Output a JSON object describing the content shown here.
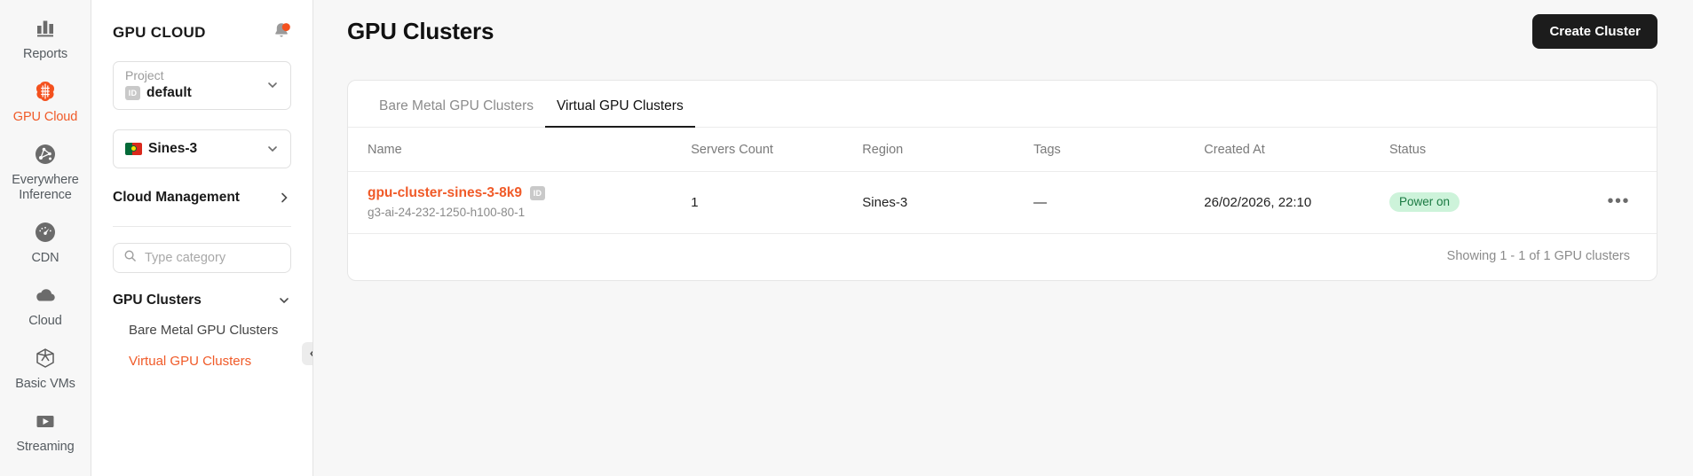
{
  "rail": {
    "items": [
      {
        "label": "Reports",
        "icon": "bar-chart-icon",
        "active": false
      },
      {
        "label": "GPU Cloud",
        "icon": "brain-chip-icon",
        "active": true
      },
      {
        "label": "Everywhere Inference",
        "icon": "network-node-icon",
        "active": false
      },
      {
        "label": "CDN",
        "icon": "speedometer-icon",
        "active": false
      },
      {
        "label": "Cloud",
        "icon": "cloud-icon",
        "active": false
      },
      {
        "label": "Basic VMs",
        "icon": "cube-icon",
        "active": false
      },
      {
        "label": "Streaming",
        "icon": "play-icon",
        "active": false
      }
    ]
  },
  "sidebar": {
    "title": "GPU CLOUD",
    "notification_badge": true,
    "project": {
      "caption": "Project",
      "value": "default",
      "id_badge": "ID"
    },
    "region": {
      "value": "Sines-3",
      "flag": "portugal-flag-icon"
    },
    "cloud_management": "Cloud Management",
    "search": {
      "placeholder": "Type category",
      "value": ""
    },
    "group": "GPU Clusters",
    "sub_items": [
      {
        "label": "Bare Metal GPU Clusters",
        "active": false
      },
      {
        "label": "Virtual GPU Clusters",
        "active": true
      }
    ],
    "collapse_label": "<"
  },
  "header": {
    "title": "GPU Clusters",
    "create_button": "Create Cluster"
  },
  "tabs": [
    {
      "label": "Bare Metal GPU Clusters",
      "active": false
    },
    {
      "label": "Virtual GPU Clusters",
      "active": true
    }
  ],
  "table": {
    "columns": [
      "Name",
      "Servers Count",
      "Region",
      "Tags",
      "Created At",
      "Status"
    ],
    "rows": [
      {
        "name": "gpu-cluster-sines-3-8k9",
        "id_badge": "ID",
        "flavor": "g3-ai-24-232-1250-h100-80-1",
        "servers_count": "1",
        "region": "Sines-3",
        "tags": "—",
        "created_at": "26/02/2026, 22:10",
        "status": "Power on",
        "actions": "•••"
      }
    ],
    "footer": "Showing 1 - 1 of 1 GPU clusters"
  },
  "colors": {
    "accent": "#f05a28",
    "status_bg": "#cdf3da",
    "status_fg": "#1a7a42",
    "button_bg": "#1c1c1c"
  }
}
